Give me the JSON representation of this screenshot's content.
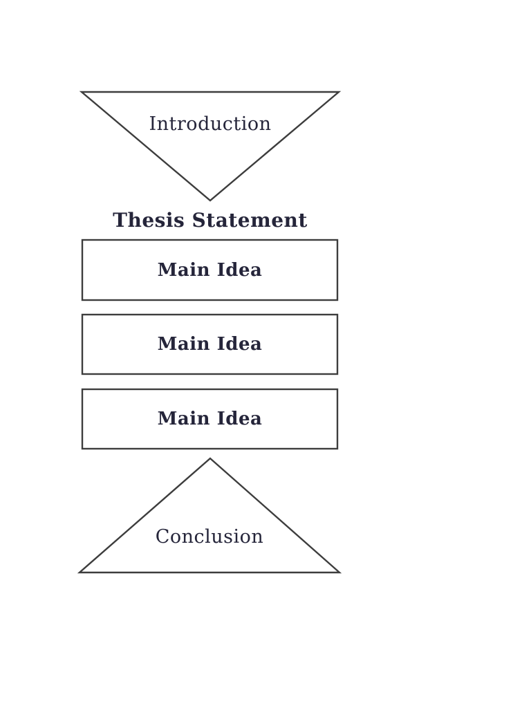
{
  "page": {
    "background_color": "#ffffff",
    "line_color": "#3d3d3d",
    "text_color": "#25253a"
  },
  "diagram": {
    "type": "essay-structure-flow",
    "nodes": [
      {
        "id": "introduction",
        "shape": "inverted-triangle",
        "label": "Introduction"
      },
      {
        "id": "thesis-statement",
        "shape": "text-only",
        "label": "Thesis Statement"
      },
      {
        "id": "main-idea-1",
        "shape": "rectangle",
        "label": "Main Idea"
      },
      {
        "id": "main-idea-2",
        "shape": "rectangle",
        "label": "Main Idea"
      },
      {
        "id": "main-idea-3",
        "shape": "rectangle",
        "label": "Main Idea"
      },
      {
        "id": "conclusion",
        "shape": "triangle",
        "label": "Conclusion"
      }
    ]
  }
}
